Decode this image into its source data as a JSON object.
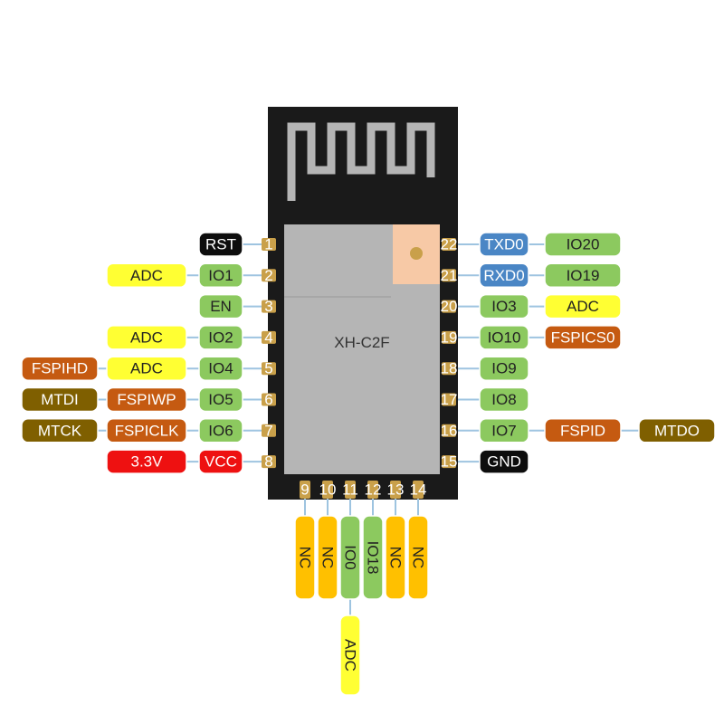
{
  "module": {
    "name": "XH-C2F"
  },
  "colors": {
    "black": "#0d0d0d",
    "green": "#8cc95f",
    "yellow": "#ffff33",
    "orange_brown": "#c55a11",
    "olive": "#7f5f00",
    "red": "#ee1111",
    "blue": "#4a86c5",
    "amber": "#ffc000",
    "pcb": "#1a1a1a",
    "shield": "#b5b5b5",
    "pad": "#c9a04a",
    "antenna_pad": "#f7c9a6",
    "connector": "#9ec4e0"
  },
  "left_pins": [
    {
      "num": "1",
      "labels": [
        {
          "text": "RST",
          "color": "black"
        }
      ]
    },
    {
      "num": "2",
      "labels": [
        {
          "text": "IO1",
          "color": "green"
        },
        {
          "text": "ADC",
          "color": "yellow"
        }
      ]
    },
    {
      "num": "3",
      "labels": [
        {
          "text": "EN",
          "color": "green"
        }
      ]
    },
    {
      "num": "4",
      "labels": [
        {
          "text": "IO2",
          "color": "green"
        },
        {
          "text": "ADC",
          "color": "yellow"
        }
      ]
    },
    {
      "num": "5",
      "labels": [
        {
          "text": "IO4",
          "color": "green"
        },
        {
          "text": "ADC",
          "color": "yellow"
        },
        {
          "text": "FSPIHD",
          "color": "orange_brown"
        }
      ]
    },
    {
      "num": "6",
      "labels": [
        {
          "text": "IO5",
          "color": "green"
        },
        {
          "text": "FSPIWP",
          "color": "orange_brown"
        },
        {
          "text": "MTDI",
          "color": "olive"
        }
      ]
    },
    {
      "num": "7",
      "labels": [
        {
          "text": "IO6",
          "color": "green"
        },
        {
          "text": "FSPICLK",
          "color": "orange_brown"
        },
        {
          "text": "MTCK",
          "color": "olive"
        }
      ]
    },
    {
      "num": "8",
      "labels": [
        {
          "text": "VCC",
          "color": "red"
        },
        {
          "text": "3.3V",
          "color": "red"
        }
      ]
    }
  ],
  "right_pins": [
    {
      "num": "22",
      "labels": [
        {
          "text": "TXD0",
          "color": "blue"
        },
        {
          "text": "IO20",
          "color": "green"
        }
      ]
    },
    {
      "num": "21",
      "labels": [
        {
          "text": "RXD0",
          "color": "blue"
        },
        {
          "text": "IO19",
          "color": "green"
        }
      ]
    },
    {
      "num": "20",
      "labels": [
        {
          "text": "IO3",
          "color": "green"
        },
        {
          "text": "ADC",
          "color": "yellow"
        }
      ]
    },
    {
      "num": "19",
      "labels": [
        {
          "text": "IO10",
          "color": "green"
        },
        {
          "text": "FSPICS0",
          "color": "orange_brown"
        }
      ]
    },
    {
      "num": "18",
      "labels": [
        {
          "text": "IO9",
          "color": "green"
        }
      ]
    },
    {
      "num": "17",
      "labels": [
        {
          "text": "IO8",
          "color": "green"
        }
      ]
    },
    {
      "num": "16",
      "labels": [
        {
          "text": "IO7",
          "color": "green"
        },
        {
          "text": "FSPID",
          "color": "orange_brown"
        },
        {
          "text": "MTDO",
          "color": "olive"
        }
      ]
    },
    {
      "num": "15",
      "labels": [
        {
          "text": "GND",
          "color": "black"
        }
      ]
    }
  ],
  "bottom_pins": [
    {
      "num": "9",
      "labels": [
        {
          "text": "NC",
          "color": "amber"
        }
      ]
    },
    {
      "num": "10",
      "labels": [
        {
          "text": "NC",
          "color": "amber"
        }
      ]
    },
    {
      "num": "11",
      "labels": [
        {
          "text": "IO0",
          "color": "green"
        },
        {
          "text": "ADC",
          "color": "yellow"
        }
      ]
    },
    {
      "num": "12",
      "labels": [
        {
          "text": "IO18",
          "color": "green"
        }
      ]
    },
    {
      "num": "13",
      "labels": [
        {
          "text": "NC",
          "color": "amber"
        }
      ]
    },
    {
      "num": "14",
      "labels": [
        {
          "text": "NC",
          "color": "amber"
        }
      ]
    }
  ]
}
